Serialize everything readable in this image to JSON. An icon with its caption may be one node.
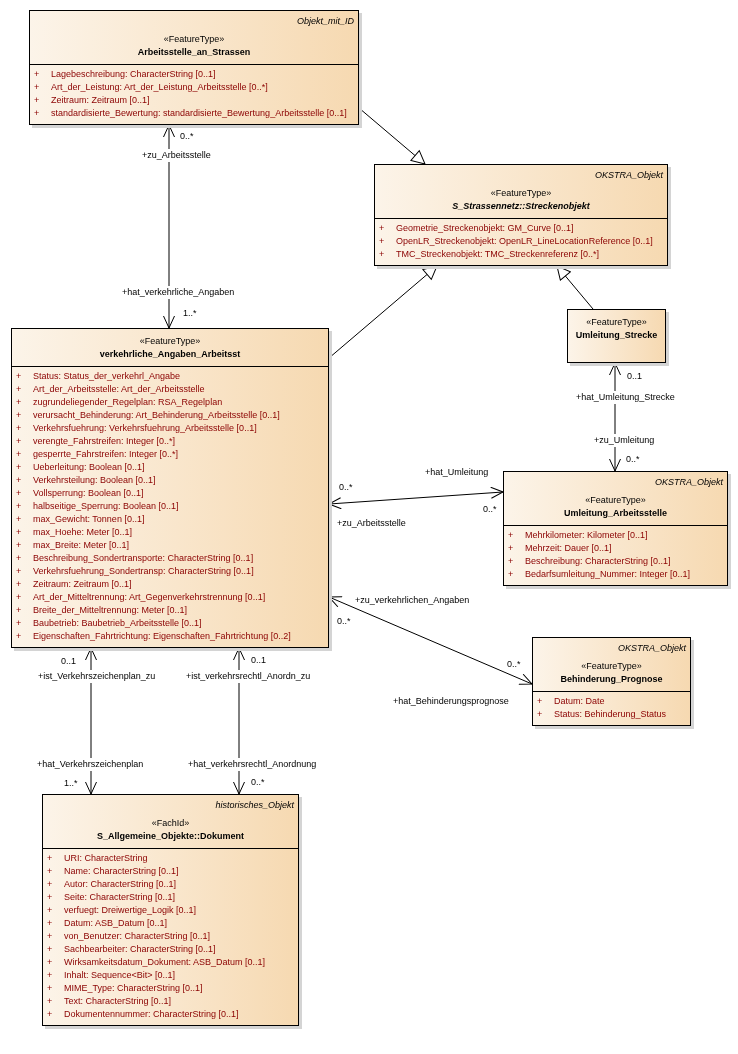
{
  "diagram": {
    "nodes": [
      {
        "text": [
          "Objekt_mit_ID",
          "«FeatureType»",
          "Arbeitsstelle_an_Strassen",
          "+ Lagebeschreibung: CharacterString [0..1]",
          "+ Art_der_Leistung: Art_der_Leistung_Arbeitsstelle [0..*]",
          "+ Zeitraum: Zeitraum [0..1]",
          "+ standardisierte_Bewertung: standardisierte_Bewertung_Arbeitsstelle [0..1]"
        ]
      },
      {
        "text": [
          "OKSTRA_Objekt",
          "«FeatureType»",
          "S_Strassennetz::Streckenobjekt",
          "+ Geometrie_Streckenobjekt: GM_Curve [0..1]",
          "+ OpenLR_Streckenobjekt: OpenLR_LineLocationReference [0..1]",
          "+ TMC_Streckenobjekt: TMC_Streckenreferenz [0..*]"
        ]
      },
      {
        "text": [
          "«FeatureType»",
          "verkehrliche_Angaben_Arbeitsst",
          "+ Status: Status_der_verkehrl_Angabe",
          "+ Art_der_Arbeitsstelle: Art_der_Arbeitsstelle",
          "+ zugrundeliegender_Regelplan: RSA_Regelplan",
          "+ verursacht_Behinderung: Art_Behinderung_Arbeitsstelle [0..1]",
          "+ Verkehrsfuehrung: Verkehrsfuehrung_Arbeitsstelle [0..1]",
          "+ verengte_Fahrstreifen: Integer [0..*]",
          "+ gesperrte_Fahrstreifen: Integer [0..*]",
          "+ Ueberleitung: Boolean [0..1]",
          "+ Verkehrsteilung: Boolean [0..1]",
          "+ Vollsperrung: Boolean [0..1]",
          "+ halbseitige_Sperrung: Boolean [0..1]",
          "+ max_Gewicht: Tonnen [0..1]",
          "+ max_Hoehe: Meter [0..1]",
          "+ max_Breite: Meter [0..1]",
          "+ Beschreibung_Sondertransporte: CharacterString [0..1]",
          "+ Verkehrsfuehrung_Sondertransp: CharacterString [0..1]",
          "+ Zeitraum: Zeitraum [0..1]",
          "+ Art_der_Mitteltrennung: Art_Gegenverkehrstrennung [0..1]",
          "+ Breite_der_Mitteltrennung: Meter [0..1]",
          "+ Baubetrieb: Baubetrieb_Arbeitsstelle [0..1]",
          "+ Eigenschaften_Fahrtrichtung: Eigenschaften_Fahrtrichtung [0..2]"
        ]
      },
      {
        "text": [
          "«FeatureType»",
          "Umleitung_Strecke"
        ]
      },
      {
        "text": [
          "OKSTRA_Objekt",
          "«FeatureType»",
          "Umleitung_Arbeitsstelle",
          "+ Mehrkilometer: Kilometer [0..1]",
          "+ Mehrzeit: Dauer [0..1]",
          "+ Beschreibung: CharacterString [0..1]",
          "+ Bedarfsumleitung_Nummer: Integer [0..1]"
        ]
      },
      {
        "text": [
          "OKSTRA_Objekt",
          "«FeatureType»",
          "Behinderung_Prognose",
          "+ Datum: Date",
          "+ Status: Behinderung_Status"
        ]
      },
      {
        "text": [
          "historisches_Objekt",
          "«FachId»",
          "S_Allgemeine_Objekte::Dokument",
          "+ URI: CharacterString",
          "+ Name: CharacterString [0..1]",
          "+ Autor: CharacterString [0..1]",
          "+ Seite: CharacterString [0..1]",
          "+ verfuegt: Dreiwertige_Logik [0..1]",
          "+ Datum: ASB_Datum [0..1]",
          "+ von_Benutzer: CharacterString [0..1]",
          "+ Sachbearbeiter: CharacterString [0..1]",
          "+ Wirksamkeitsdatum_Dokument: ASB_Datum [0..1]",
          "+ Inhalt: Sequence<Bit> [0..1]",
          "+ MIME_Type: CharacterString [0..1]",
          "+ Text: CharacterString [0..1]",
          "+ Dokumentennummer: CharacterString [0..1]"
        ]
      }
    ],
    "edges": [
      {
        "from": 0,
        "to": 1,
        "arrow": "to"
      },
      {
        "from": 2,
        "to": 1,
        "arrow": "to"
      },
      {
        "from": 3,
        "to": 1,
        "arrow": "to"
      },
      {
        "from": 0,
        "to": 2,
        "arrow": "both"
      },
      {
        "from": 3,
        "to": 4,
        "arrow": "both"
      },
      {
        "from": 2,
        "to": 4,
        "arrow": "both"
      },
      {
        "from": 2,
        "to": 5,
        "arrow": "both"
      },
      {
        "from": 2,
        "to": 6,
        "arrow": "both"
      },
      {
        "from": 2,
        "to": 6,
        "arrow": "both"
      }
    ],
    "labels": [
      "0..*",
      "+zu_Arbeitsstelle",
      "+hat_verkehrliche_Angaben",
      "1..*",
      "0..1",
      "+hat_Umleitung_Strecke",
      "+zu_Umleitung",
      "0..*",
      "+hat_Umleitung",
      "0..*",
      "0..*",
      "+zu_Arbeitsstelle",
      "+zu_verkehrlichen_Angaben",
      "0..*",
      "0..1",
      "0..1",
      "0..*",
      "+ist_Verkehrszeichenplan_zu",
      "+ist_verkehrsrechtl_Anordn_zu",
      "+hat_Behinderungsprognose",
      "+hat_Verkehrszeichenplan",
      "+hat_verkehrsrechtl_Anordnung",
      "1..*",
      "0..*"
    ]
  }
}
